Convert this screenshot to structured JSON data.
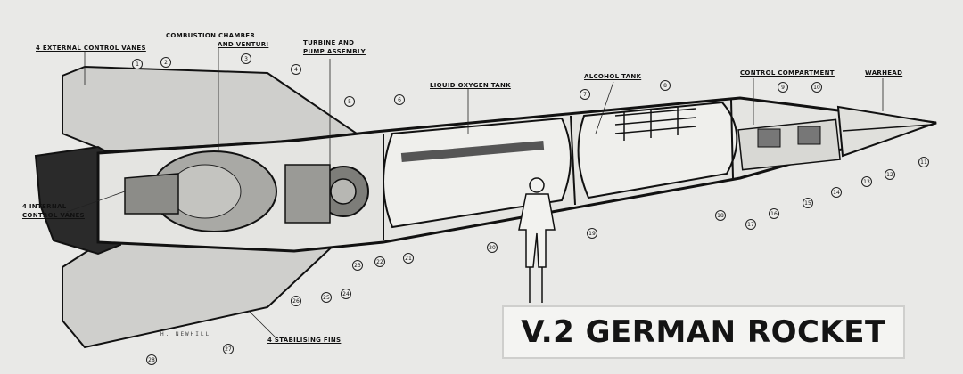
{
  "labels": {
    "external_vanes": "4 EXTERNAL CONTROL VANES",
    "combustion": [
      "COMBUSTION CHAMBER",
      "AND VENTURI"
    ],
    "turbine": [
      "TURBINE AND",
      "PUMP ASSEMBLY"
    ],
    "lox_tank": "LIQUID OXYGEN TANK",
    "alcohol_tank": "ALCOHOL TANK",
    "control_compartment": "CONTROL COMPARTMENT",
    "warhead": "WARHEAD",
    "internal_vanes": [
      "4 INTERNAL",
      "CONTROL VANES"
    ],
    "stabilising_fins": "4 STABILISING FINS"
  },
  "callout_numbers": [
    "1",
    "2",
    "3",
    "4",
    "5",
    "6",
    "7",
    "8",
    "9",
    "10",
    "11",
    "12",
    "13",
    "14",
    "15",
    "16",
    "17",
    "18",
    "19",
    "20",
    "21",
    "22",
    "23",
    "24",
    "25",
    "26",
    "27",
    "28"
  ],
  "signature": "H. NEWHILL",
  "title": "V.2 GERMAN ROCKET",
  "colors": {
    "background": "#e9e9e7",
    "ink": "#141414",
    "title_box": "#f4f4f2"
  }
}
